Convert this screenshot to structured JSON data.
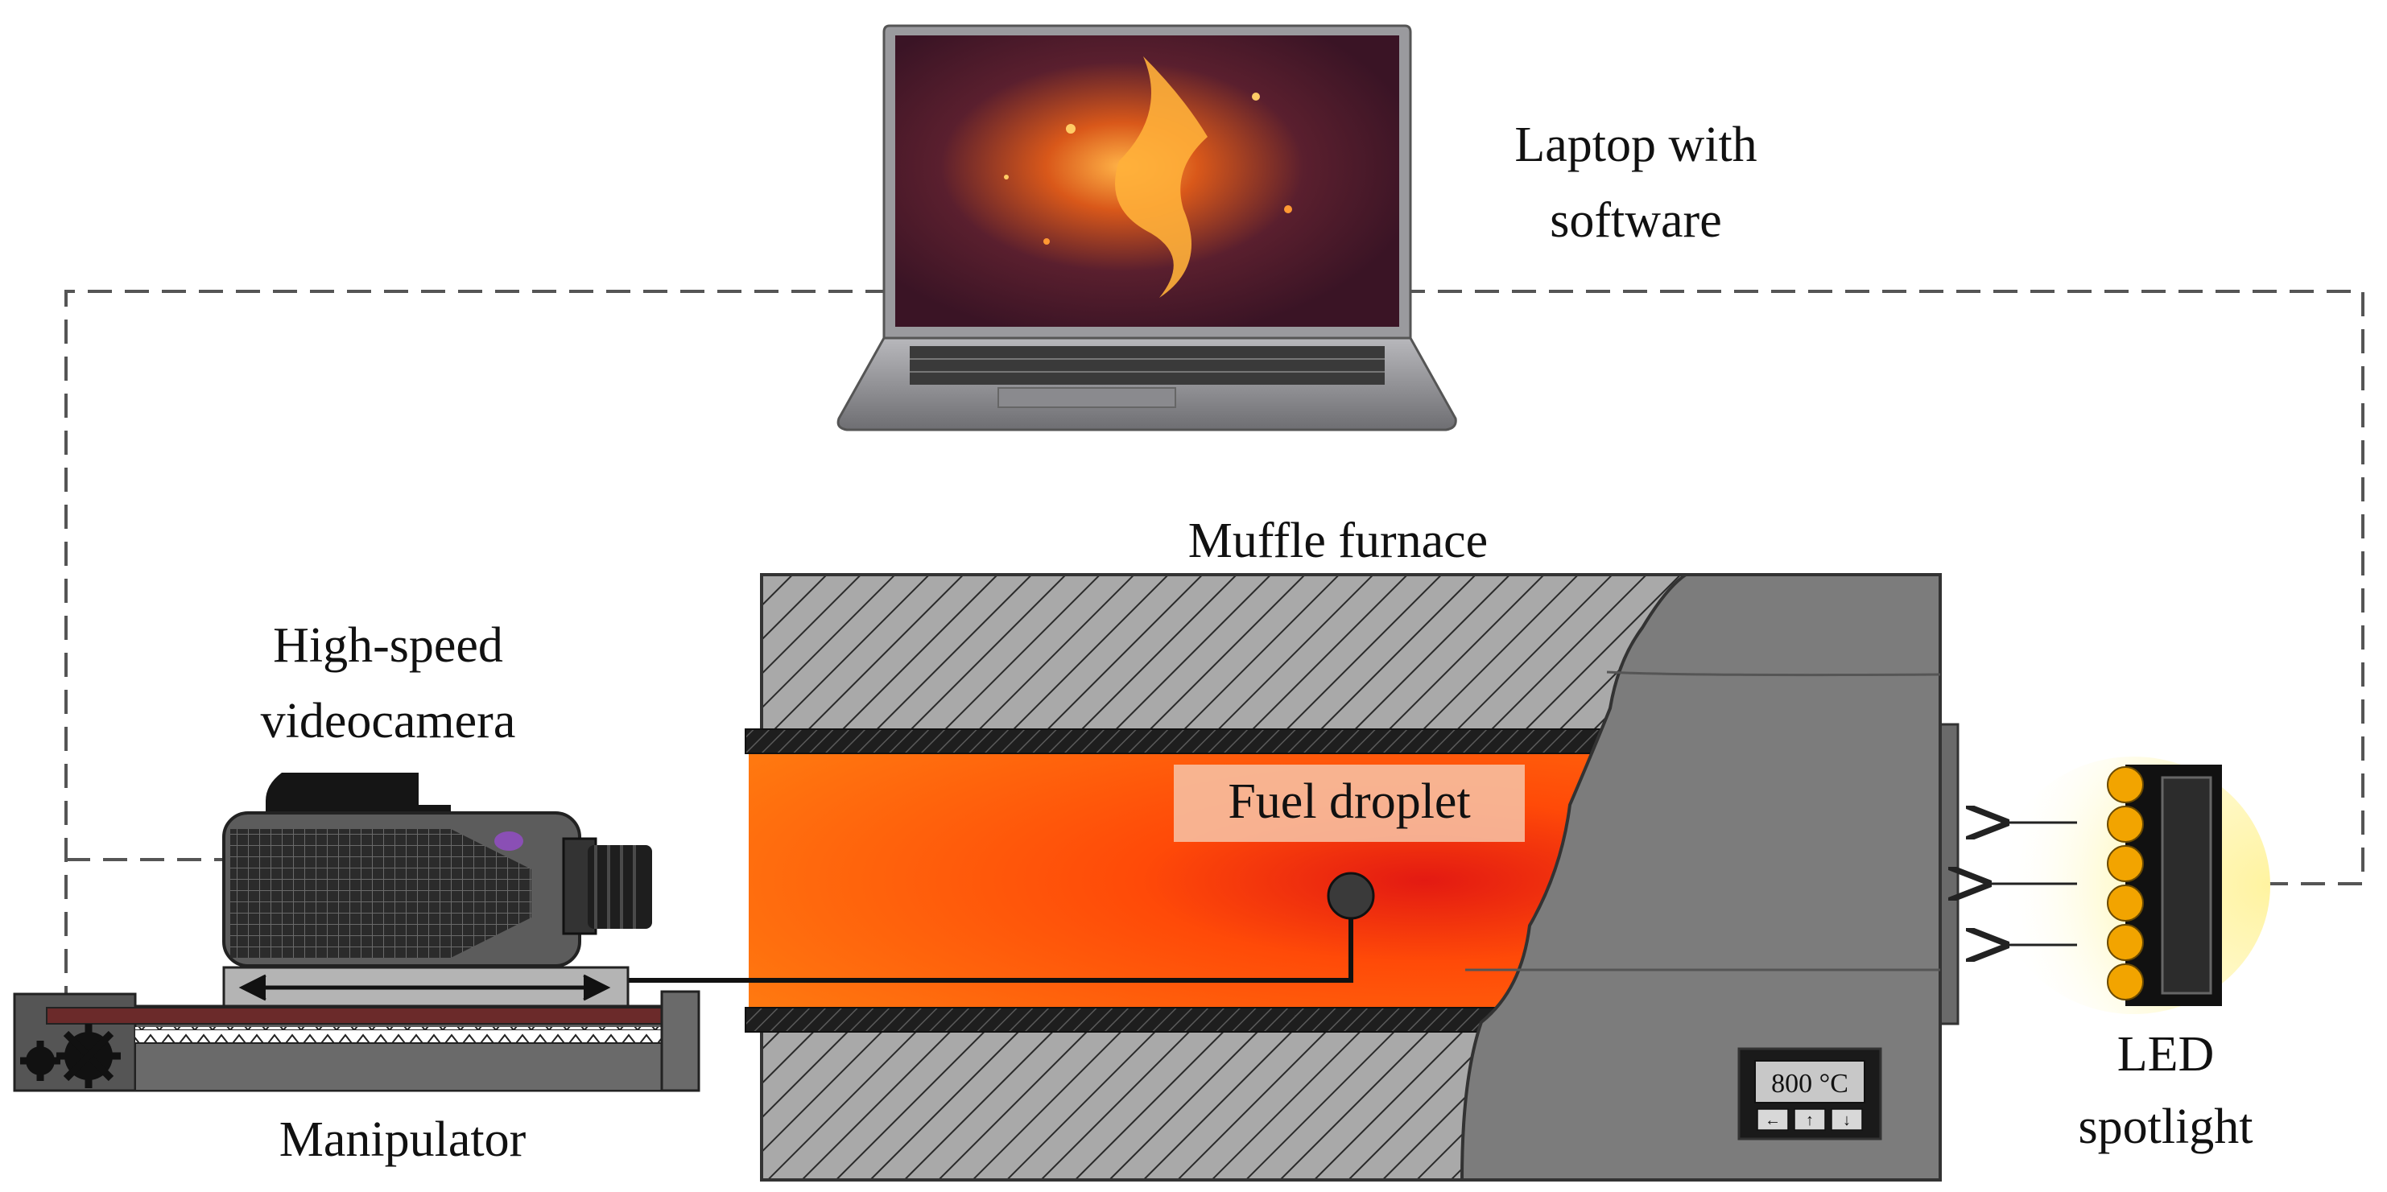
{
  "labels": {
    "laptop_line1": "Laptop with",
    "laptop_line2": "software",
    "furnace": "Muffle furnace",
    "camera_line1": "High-speed",
    "camera_line2": "videocamera",
    "droplet": "Fuel droplet",
    "manipulator": "Manipulator",
    "led_line1": "LED",
    "led_line2": "spotlight",
    "temperature": "800 °C",
    "controller_buttons": [
      "←",
      "↑",
      "↓"
    ]
  },
  "colors": {
    "furnace_hot": "#ff6a00",
    "furnace_core": "#e81a10",
    "furnace_body": "#7c7c7c",
    "insulation": "#a6a6a6",
    "led": "#f2a400",
    "led_glow": "#fff4a0"
  }
}
